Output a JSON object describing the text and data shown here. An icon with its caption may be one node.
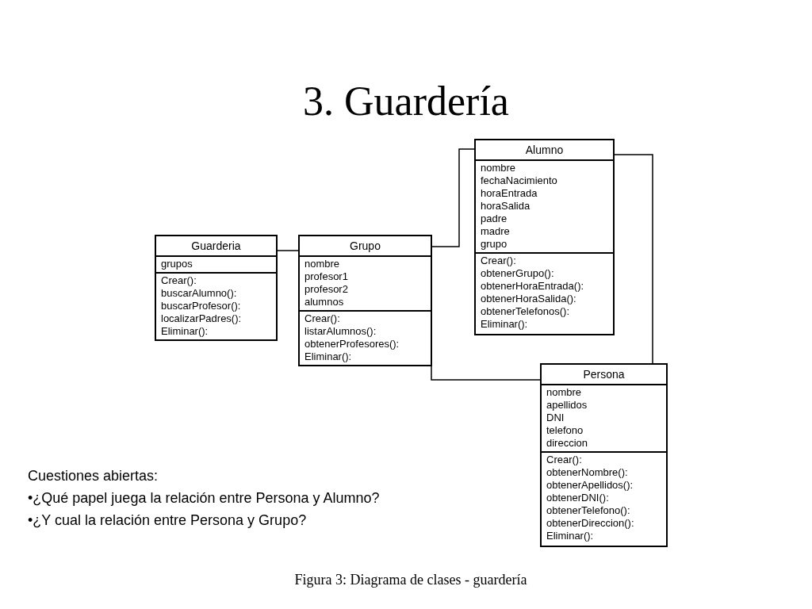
{
  "diagram": {
    "title": "3. Guardería",
    "caption": "Figura 3: Diagrama de clases - guardería",
    "nodes": [
      {
        "text": [
          "Guarderia",
          "grupos",
          "Crear():",
          "buscarAlumno():",
          "buscarProfesor():",
          "localizarPadres():",
          "Eliminar():"
        ]
      },
      {
        "text": [
          "Grupo",
          "nombre",
          "profesor1",
          "profesor2",
          "alumnos",
          "Crear():",
          "listarAlumnos():",
          "obtenerProfesores():",
          "Eliminar():"
        ]
      },
      {
        "text": [
          "Alumno",
          "nombre",
          "fechaNacimiento",
          "horaEntrada",
          "horaSalida",
          "padre",
          "madre",
          "grupo",
          "Crear():",
          "obtenerGrupo():",
          "obtenerHoraEntrada():",
          "obtenerHoraSalida():",
          "obtenerTelefonos():",
          "Eliminar():"
        ]
      },
      {
        "text": [
          "Persona",
          "nombre",
          "apellidos",
          "DNI",
          "telefono",
          "direccion",
          "Crear():",
          "obtenerNombre():",
          "obtenerApellidos():",
          "obtenerDNI():",
          "obtenerTelefono():",
          "obtenerDireccion():",
          "Eliminar():"
        ]
      }
    ],
    "edges": [
      {
        "from": 0,
        "to": 1,
        "arrow": "none"
      },
      {
        "from": 1,
        "to": 2,
        "arrow": "none"
      },
      {
        "from": 2,
        "to": 3,
        "arrow": "none"
      },
      {
        "from": 1,
        "to": 3,
        "arrow": "none"
      }
    ],
    "labels": [
      "Cuestiones abiertas:",
      "•¿Qué papel juega la relación entre Persona y Alumno?",
      "•¿Y cual la relación entre Persona y Grupo?"
    ]
  }
}
